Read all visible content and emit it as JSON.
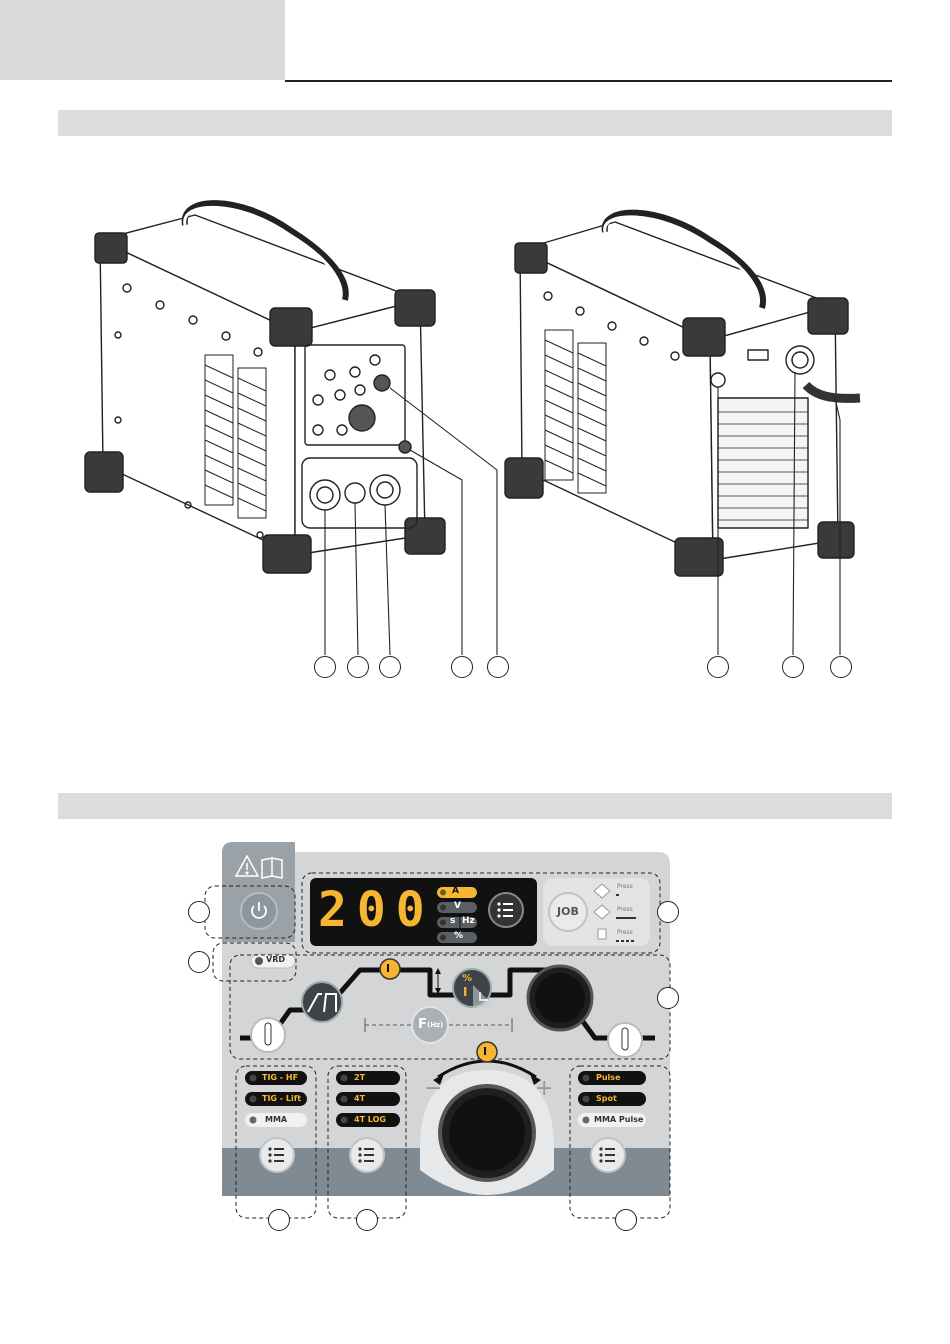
{
  "panel": {
    "display_value": "200",
    "unit_A": "A",
    "unit_V": "V",
    "unit_s": "s",
    "unit_Hz": "Hz",
    "unit_pct": "%",
    "job_label": "JOB",
    "press_1": "Press",
    "press_2": "Press",
    "press_3": "Press",
    "vrd_label": "VRD",
    "freq_label": "F",
    "freq_unit": "(Hz)",
    "current_symbol": "I",
    "pct_symbol": "%",
    "minus": "−",
    "plus": "+",
    "process_modes": [
      "TIG - HF",
      "TIG - Lift",
      "MMA"
    ],
    "trigger_modes": [
      "2T",
      "4T",
      "4T LOG"
    ],
    "pulse_modes": [
      "Pulse",
      "Spot",
      "MMA Pulse"
    ]
  },
  "colors": {
    "accent": "#f5b731",
    "panel_bg": "#d4d5d7",
    "display_bg": "#111111",
    "bottom_band": "#7f8a92"
  }
}
